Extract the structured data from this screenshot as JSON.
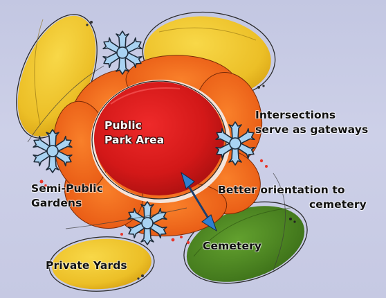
{
  "diagram": {
    "labels": {
      "public_park": [
        "Public",
        "Park Area"
      ],
      "gateways": [
        "Intersections",
        "serve as gateways"
      ],
      "semi_public": [
        "Semi-Public",
        "Gardens"
      ],
      "orientation": [
        "Better orientation to",
        "cemetery"
      ],
      "cemetery": "Cemetery",
      "private_yards": "Private Yards"
    },
    "colors": {
      "background": "#c8cbe5",
      "park_red": "#d81e1e",
      "garden_orange": "#f06a1c",
      "yard_yellow": "#eec42a",
      "cemetery_green": "#4f8a24",
      "gateway_blue": "#a9d3f2",
      "arrow_blue": "#2f7fd0"
    },
    "icons": [
      "gateway-star-icon",
      "double-arrow-icon"
    ]
  }
}
